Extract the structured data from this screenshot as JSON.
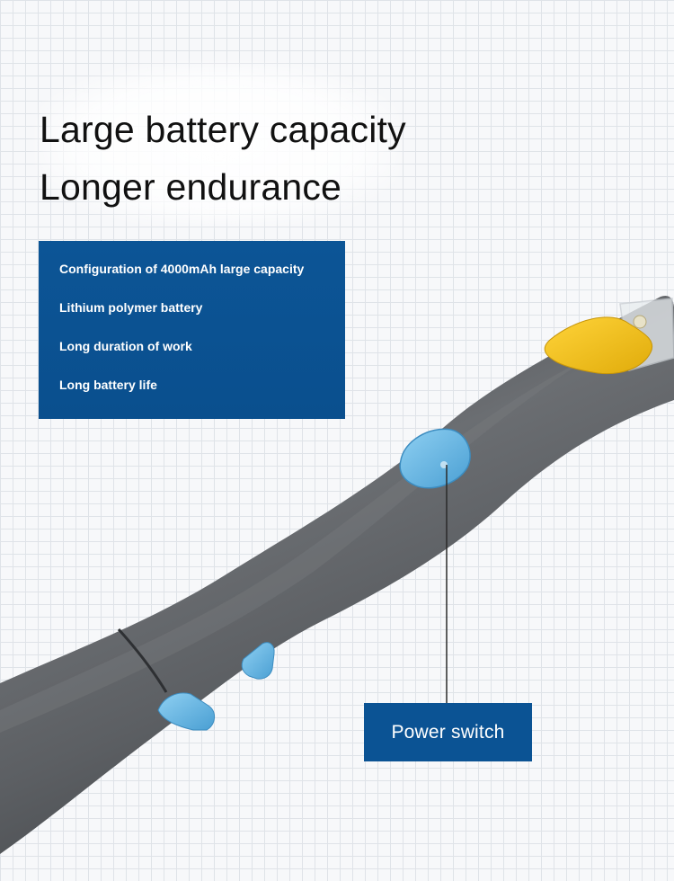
{
  "headline": {
    "line1": "Large battery capacity",
    "line2": "Longer endurance"
  },
  "features": [
    "Configuration of 4000mAh large capacity",
    "Lithium polymer battery",
    "Long duration of work",
    "Long battery life"
  ],
  "callout": {
    "label": "Power switch"
  },
  "colors": {
    "panel_blue": "#0b5394",
    "body_gray": "#5a5d61",
    "button_blue": "#6cb9e6",
    "clip_yellow": "#f2c21b",
    "text_dark": "#111111"
  }
}
